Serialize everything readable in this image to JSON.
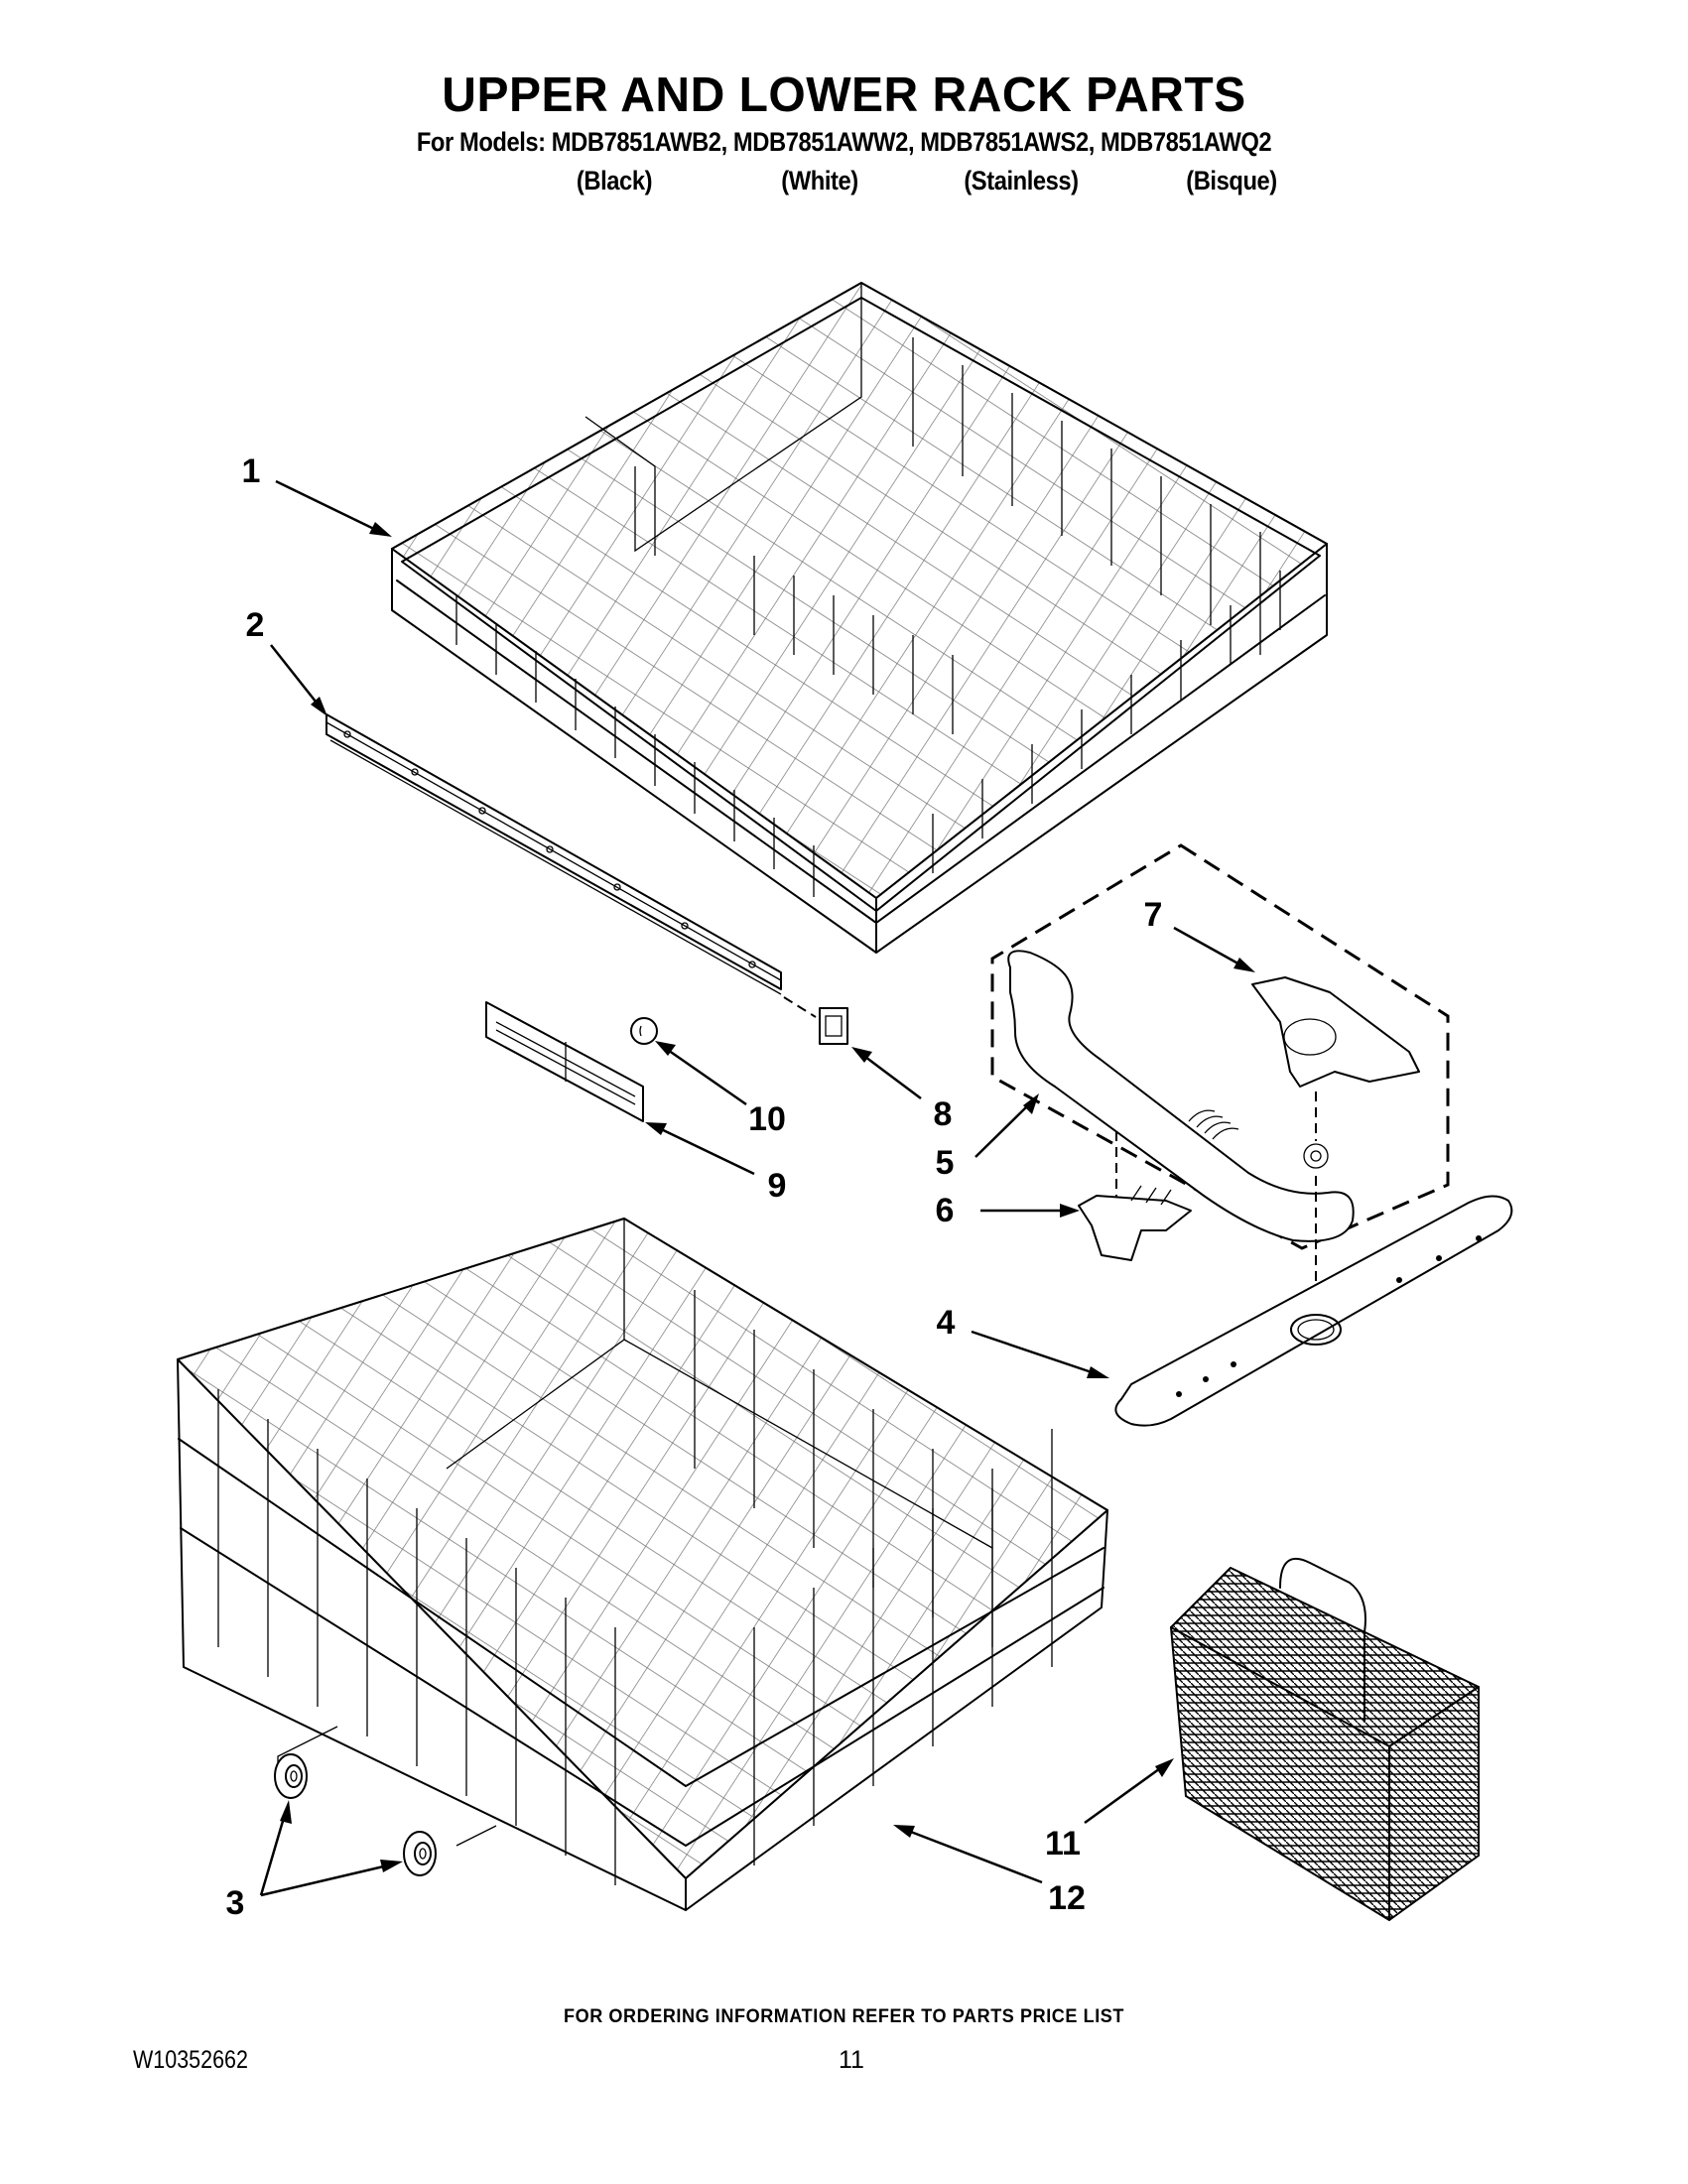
{
  "header": {
    "title": "UPPER AND LOWER RACK PARTS",
    "models_line": "For Models: MDB7851AWB2, MDB7851AWW2, MDB7851AWS2, MDB7851AWQ2",
    "models": [
      {
        "model": "MDB7851AWB2",
        "color": "(Black)"
      },
      {
        "model": "MDB7851AWW2",
        "color": "(White)"
      },
      {
        "model": "MDB7851AWS2",
        "color": "(Stainless)"
      },
      {
        "model": "MDB7851AWQ2",
        "color": "(Bisque)"
      }
    ]
  },
  "diagram": {
    "callouts": [
      {
        "number": "1",
        "part": "upper-rack"
      },
      {
        "number": "2",
        "part": "upper-rack-rail"
      },
      {
        "number": "3",
        "part": "lower-rack-wheels"
      },
      {
        "number": "4",
        "part": "upper-spray-arm"
      },
      {
        "number": "5",
        "part": "spray-arm-manifold"
      },
      {
        "number": "6",
        "part": "manifold-clip"
      },
      {
        "number": "7",
        "part": "spray-arm-mount"
      },
      {
        "number": "8",
        "part": "rail-end-cap"
      },
      {
        "number": "9",
        "part": "rail-stop"
      },
      {
        "number": "10",
        "part": "rail-ball"
      },
      {
        "number": "11",
        "part": "silverware-basket"
      },
      {
        "number": "12",
        "part": "lower-rack"
      }
    ]
  },
  "footer": {
    "ordering_note": "FOR ORDERING INFORMATION REFER TO PARTS PRICE LIST",
    "document_number": "W10352662",
    "page_number": "11"
  }
}
